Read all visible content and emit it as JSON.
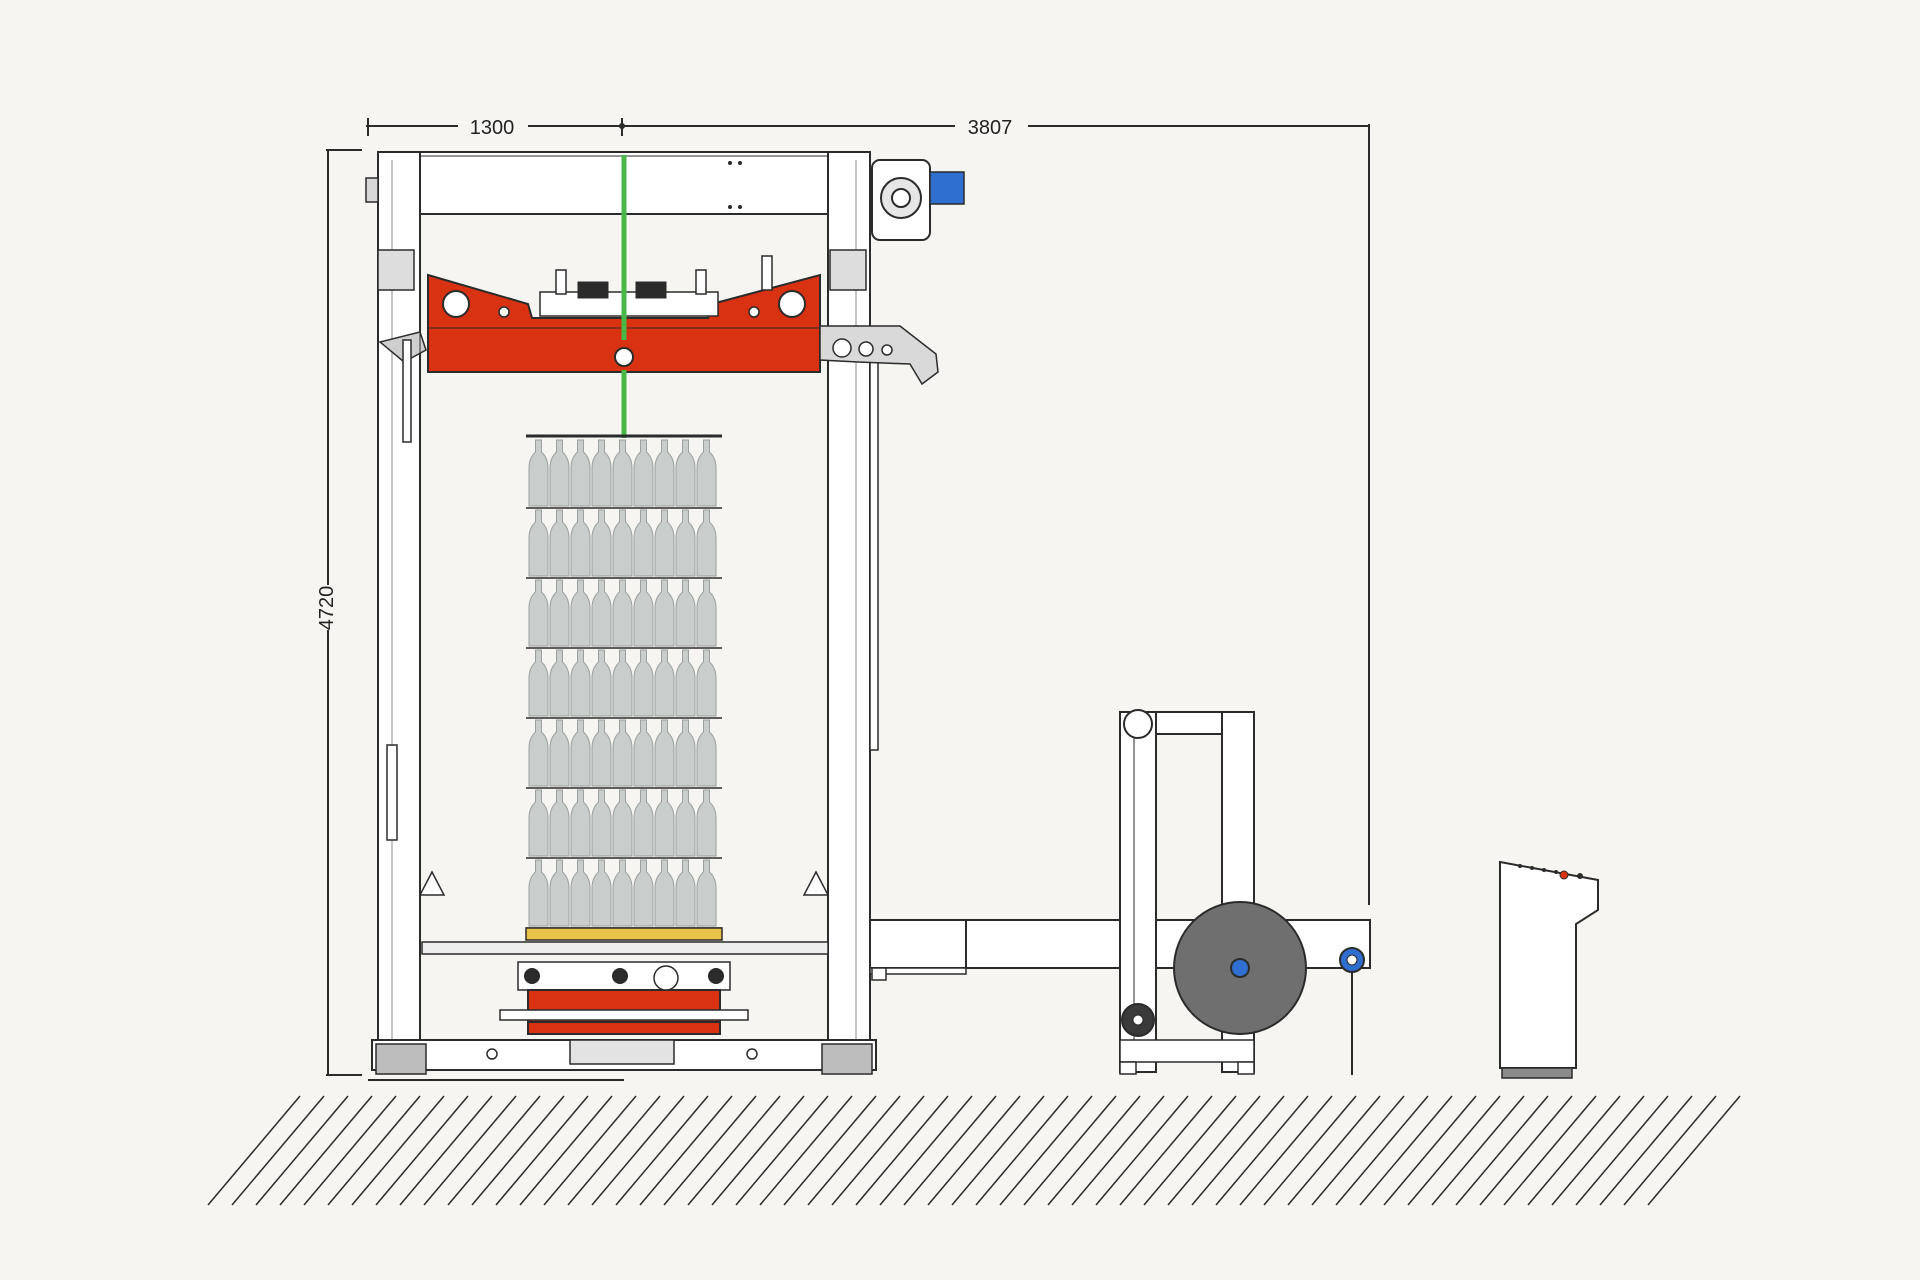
{
  "dimensions": {
    "top_left": "1300",
    "top_right": "3807",
    "height": "4720"
  },
  "colors": {
    "background": "#f6f5f1",
    "carriage_red": "#d93212",
    "frame_white": "#ffffff",
    "outline": "#2b2b2b",
    "strap_green": "#48b848",
    "motor_blue": "#2f6fd0",
    "coil_grey": "#6f6f6f",
    "bottle_grey": "#c9cecd",
    "pallet_yellow": "#e9c34a"
  },
  "components": [
    "portal-frame",
    "strapping-carriage",
    "gear-motor",
    "bottle-load",
    "pallet-conveyor",
    "strap-dispenser",
    "control-panel",
    "floor"
  ]
}
